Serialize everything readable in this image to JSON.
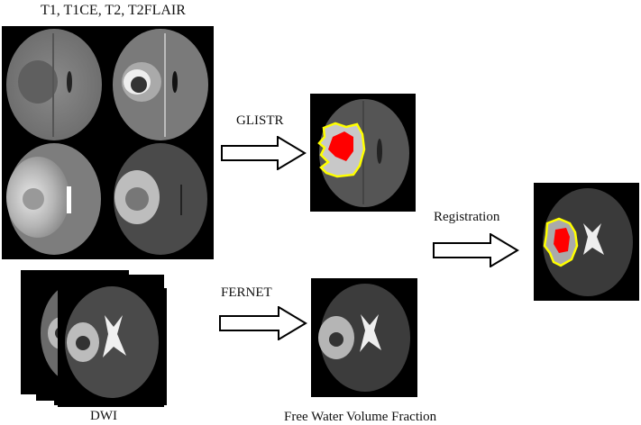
{
  "diagram": {
    "labels": {
      "input_modalities": "T1, T1CE, T2, T2FLAIR",
      "glistr": "GLISTR",
      "fernet": "FERNET",
      "registration": "Registration",
      "dwi": "DWI",
      "free_water": "Free Water Volume Fraction"
    },
    "nodes": [
      {
        "id": "mri-grid",
        "caption": "T1, T1CE, T2, T2FLAIR",
        "content": "2x2 grid of axial brain MRI slices (T1, T1CE, T2, T2FLAIR)"
      },
      {
        "id": "glistr-segmentation",
        "caption": "",
        "content": "FLAIR slice with tumor segmentation: red core, yellow edema outline"
      },
      {
        "id": "dwi-stack",
        "caption": "DWI",
        "content": "stack of diffusion-weighted image slices"
      },
      {
        "id": "free-water-map",
        "caption": "Free Water Volume Fraction",
        "content": "free water volume fraction map"
      },
      {
        "id": "registered-output",
        "caption": "",
        "content": "free water map with registered tumor segmentation overlay"
      }
    ],
    "edges": [
      {
        "from": "mri-grid",
        "to": "glistr-segmentation",
        "label": "GLISTR"
      },
      {
        "from": "dwi-stack",
        "to": "free-water-map",
        "label": "FERNET"
      },
      {
        "from": "glistr-segmentation",
        "to": "registered-output",
        "label": "Registration"
      },
      {
        "from": "free-water-map",
        "to": "registered-output",
        "label": "Registration"
      }
    ],
    "colors": {
      "tumor_core": "#ff0000",
      "edema_outline": "#ffff00",
      "background": "#000000"
    }
  }
}
